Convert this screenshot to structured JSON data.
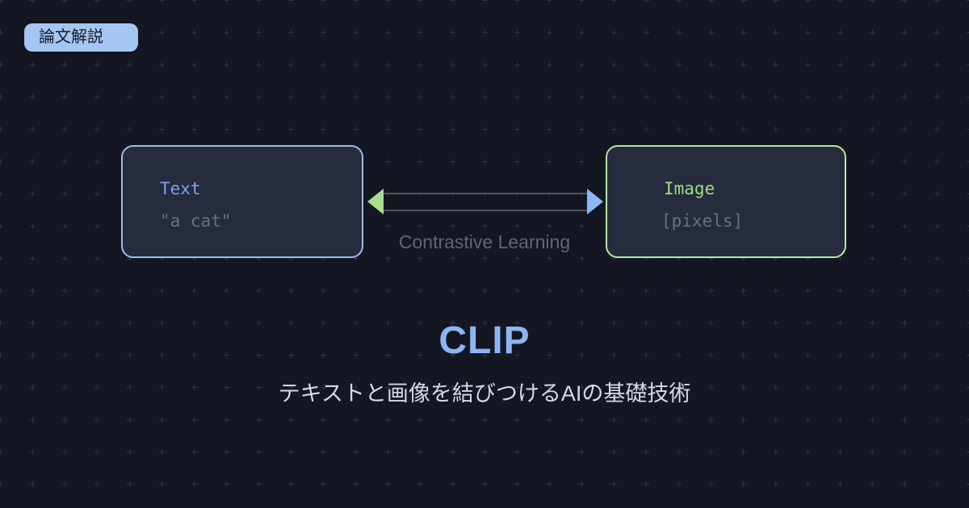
{
  "badge": {
    "label": "論文解説"
  },
  "nodes": {
    "text": {
      "title": "Text",
      "value": "\"a cat\""
    },
    "image": {
      "title": "Image",
      "value": "[pixels]"
    }
  },
  "arrow": {
    "label": "Contrastive Learning"
  },
  "heading": {
    "title": "CLIP",
    "subtitle": "テキストと画像を結びつけるAIの基礎技術"
  },
  "colors": {
    "background": "#141722",
    "node_background": "#262c3e",
    "text_node_border": "#9fb9ee",
    "text_node_title": "#7fa0ea",
    "image_node_border": "#b6e89c",
    "image_node_title": "#9fdc86",
    "muted_value_text": "#68707f",
    "arrow_shaft": "#4b5263",
    "arrow_head_green": "#a9de92",
    "arrow_head_blue": "#8cb6f4",
    "title_blue": "#8cb5f4",
    "subtitle_text": "#d4d9e4",
    "badge_background": "#a5c6f3",
    "badge_text": "#141a28",
    "grid_plus": "#2d3344"
  }
}
